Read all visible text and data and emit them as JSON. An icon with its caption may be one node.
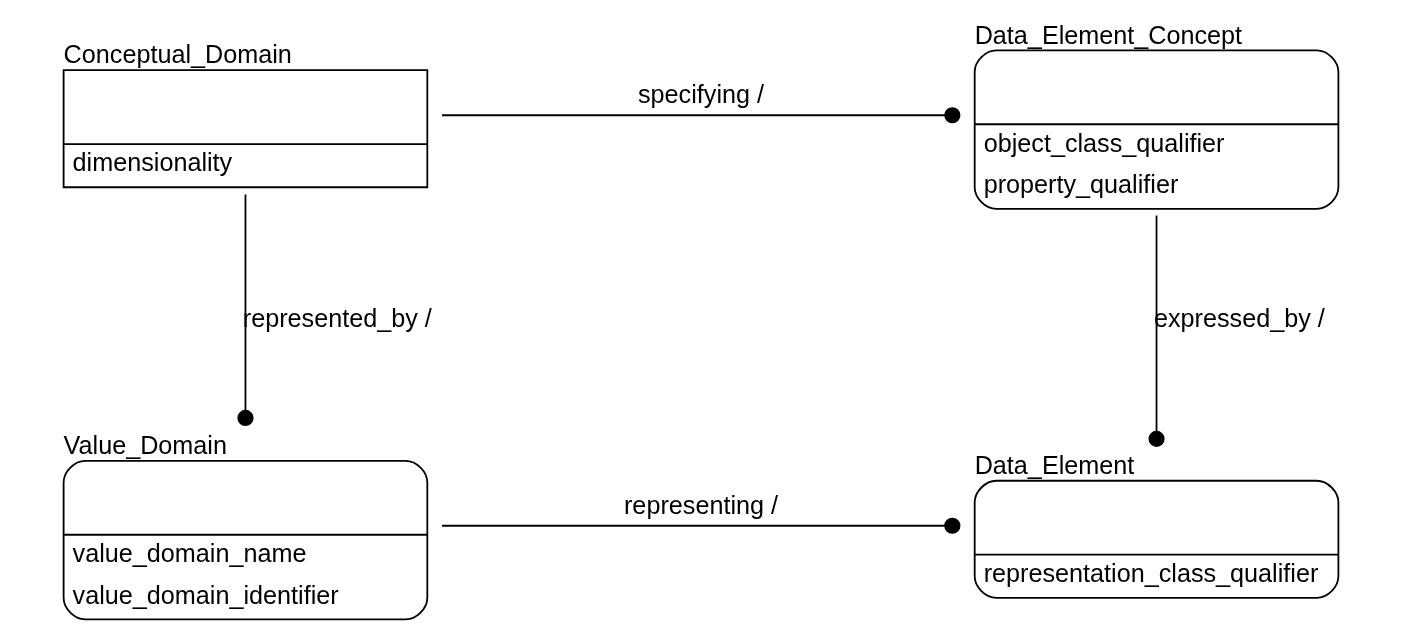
{
  "diagram": {
    "nodes": [
      {
        "text": [
          "Data_Element_Concept",
          "object_class_qualifier property_qualifier"
        ]
      },
      {
        "text": [
          "Conceptual_Domain",
          "dimensionality"
        ]
      },
      {
        "text": [
          "Data_Element",
          "representation_class_qualifier"
        ]
      },
      {
        "text": [
          "Value_Domain",
          "value_domain_name value_domain_identifier"
        ]
      }
    ],
    "edges": [
      {
        "from": 1,
        "to": 0,
        "arrow": "other",
        "label": "specifying /"
      },
      {
        "from": 0,
        "to": 2,
        "arrow": "other",
        "label": "expressed_by /"
      },
      {
        "from": 1,
        "to": 3,
        "arrow": "other",
        "label": "represented_by /"
      },
      {
        "from": 3,
        "to": 2,
        "arrow": "other",
        "label": "representing /"
      }
    ]
  }
}
